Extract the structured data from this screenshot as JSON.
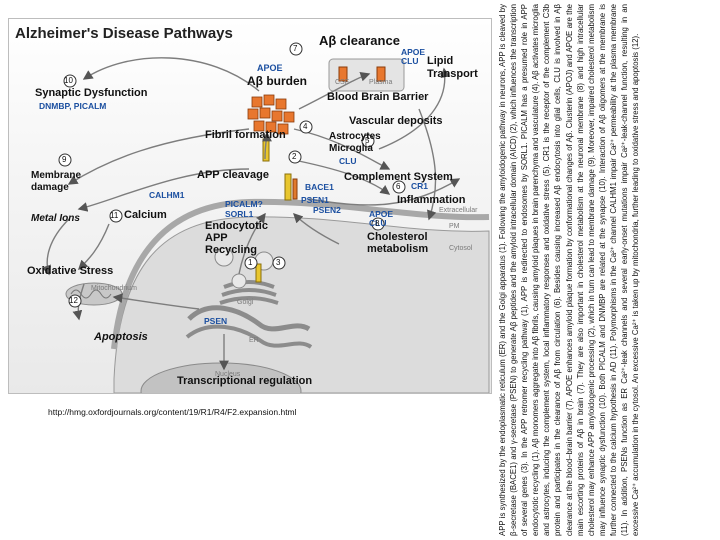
{
  "diagram": {
    "title": "Alzheimer's Disease Pathways",
    "labels": {
      "abeta_clearance": "Aβ clearance",
      "apoe_top": "APOE",
      "clu_top": "CLU",
      "lipid": "Lipid",
      "transport": "Transport",
      "csf": "CSF",
      "plasma": "Plasma",
      "bbb": "Blood Brain Barrier",
      "apoe_burden": "APOE",
      "abeta_burden": "Aβ burden",
      "synaptic": "Synaptic Dysfunction",
      "dnmbp": "DNMBP, PICALM",
      "vascular": "Vascular deposits",
      "fibril": "Fibril formation",
      "astro": "Astrocytes",
      "microglia": "Microglia",
      "clu_mid": "CLU",
      "app_cleavage": "APP cleavage",
      "complement": "Complement System",
      "bace1": "BACE1",
      "cr1": "CR1",
      "membrane": "Membrane",
      "damage": "damage",
      "calhm1": "CALHM1",
      "psen1": "PSEN1",
      "inflammation": "Inflammation",
      "extracellular": "Extracellular",
      "pm": "PM",
      "picalm": "PICALM?",
      "sorl1": "SORL1",
      "psen2": "PSEN2",
      "apoe_low": "APOE",
      "clu_low": "CLU",
      "calcium": "Calcium",
      "metal": "Metal Ions",
      "endocytotic": "Endocytotic",
      "app": "APP",
      "recycling": "Recycling",
      "cholesterol": "Cholesterol",
      "metabolism": "metabolism",
      "cytosol": "Cytosol",
      "oxidative": "Oxidative Stress",
      "mito": "Mitochondrium",
      "golgi": "Golgi",
      "psen": "PSEN",
      "er": "ER",
      "apoptosis": "Apoptosis",
      "nucleus": "Nucleus",
      "transcriptional": "Transcriptional regulation"
    },
    "numbers": [
      "1",
      "2",
      "3",
      "4",
      "5",
      "6",
      "7",
      "8",
      "9",
      "10",
      "11",
      "12"
    ]
  },
  "source_url": "http://hmg.oxfordjournals.org/content/19/R1/R4/F2.expansion.html",
  "caption": "APP is synthesized by the endoplasmatic reticulum (ER) and the Golgi apparatus (1). Following the amyloidogenic pathway in neurons, APP is cleaved by β-secretase (BACE1) and γ-secretase (PSEN) to generate Aβ peptides and the amyloid intracellular domain (AICD) (2), which influences the transcription of several genes (3). In the APP retromer recycling pathway (1), APP is redirected to endosomes by SORL1. PICALM has a presumed role in APP endocytotic recycling (1). Aβ monomers aggregate into Aβ fibrils, causing amyloid plaques in brain parenchyma and vasculature (4). Aβ activates microglia and astrocytes, inducing the complement system, local inflammatory responses and oxidative stress (5). CR1 is the receptor of the complement C3b protein and participates in the clearance of Aβ from circulation (6). Besides causing increased Aβ endocytosis into glial cells, CLU is involved in Aβ clearance at the blood–brain barrier (7). APOE enhances amyloid plaque formation by conformational changes of Aβ. Clusterin (APOJ) and APOE are the main escorting proteins of Aβ in brain (7). They are also important in cholesterol metabolism at the neuronal membrane (8) and high intracellular cholesterol may enhance APP amyloidogenic processing (2), which in turn can lead to membrane damage (9). Moreover, impaired cholesterol metabolism may influence synaptic dysfunction (10). Both PICALM and DNMBP are related at the synapse (10). Interaction of Aβ oligomers at the membrane is further connected to the calcium hypothesis in AD (11). Polymorphisms in the Ca²⁺ channel CALHM1 impair Ca²⁺ permeability at the plasma membrane (11). In addition, PSENs function as ER Ca²⁺-leak channels and several early-onset mutations impair Ca²⁺-leak-channel function, resulting in an excessive Ca²⁺ accumulation in the cytosol. An excessive Ca²⁺ is taken up by mitochondria, further leading to oxidative stress and apoptosis (12)."
}
